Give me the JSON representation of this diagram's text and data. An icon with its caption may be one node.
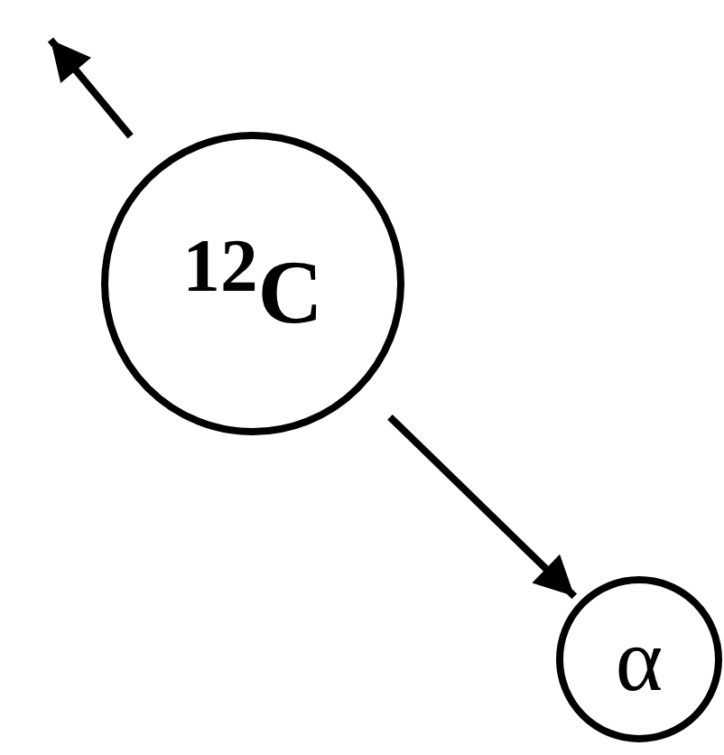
{
  "diagram": {
    "nodes": [
      {
        "text": [
          "$^{12}$C"
        ]
      },
      {
        "text": [
          "α"
        ]
      }
    ],
    "edges": [
      {
        "from": 0,
        "to": null,
        "arrow": "to"
      },
      {
        "from": 0,
        "to": 1,
        "arrow": "to"
      }
    ]
  }
}
